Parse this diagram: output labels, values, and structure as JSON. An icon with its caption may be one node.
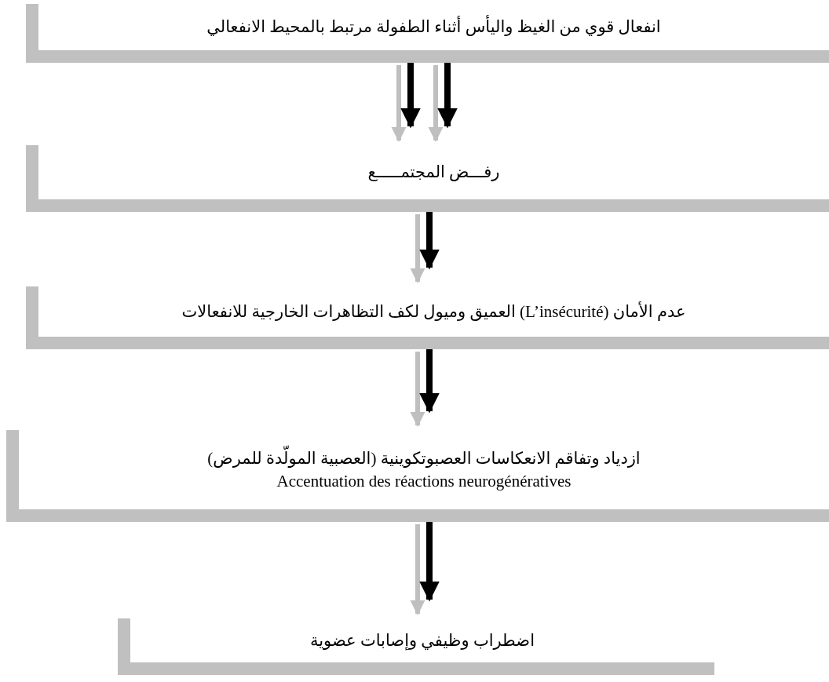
{
  "diagram": {
    "nodes": [
      {
        "text": [
          "انفعال قوي من الغيظ واليأس أثناء الطفولة مرتبط بالمحيط الانفعالي"
        ]
      },
      {
        "text": [
          "رفـــض المجتمـــــع"
        ]
      },
      {
        "text": [
          "عدم الأمان (L’insécurité) العميق وميول لكف التظاهرات الخارجية للانفعالات"
        ]
      },
      {
        "text": [
          "ازدياد وتفاقم الانعكاسات العصبوتكوينية (العصبية المولّدة للمرض)",
          "Accentuation des réactions neurogénératives"
        ]
      },
      {
        "text": [
          "اضطراب وظيفي وإصابات عضوية"
        ]
      }
    ],
    "edges": [
      {
        "from": 0,
        "to": 1,
        "arrow": "to",
        "color": "#bfbfbf"
      },
      {
        "from": 0,
        "to": 1,
        "arrow": "to",
        "color": "#000000"
      },
      {
        "from": 0,
        "to": 1,
        "arrow": "to",
        "color": "#bfbfbf"
      },
      {
        "from": 0,
        "to": 1,
        "arrow": "to",
        "color": "#000000"
      },
      {
        "from": 1,
        "to": 2,
        "arrow": "to",
        "color": "#bfbfbf"
      },
      {
        "from": 1,
        "to": 2,
        "arrow": "to",
        "color": "#000000"
      },
      {
        "from": 2,
        "to": 3,
        "arrow": "to",
        "color": "#bfbfbf"
      },
      {
        "from": 2,
        "to": 3,
        "arrow": "to",
        "color": "#000000"
      },
      {
        "from": 3,
        "to": 4,
        "arrow": "to",
        "color": "#bfbfbf"
      },
      {
        "from": 3,
        "to": 4,
        "arrow": "to",
        "color": "#000000"
      }
    ]
  }
}
